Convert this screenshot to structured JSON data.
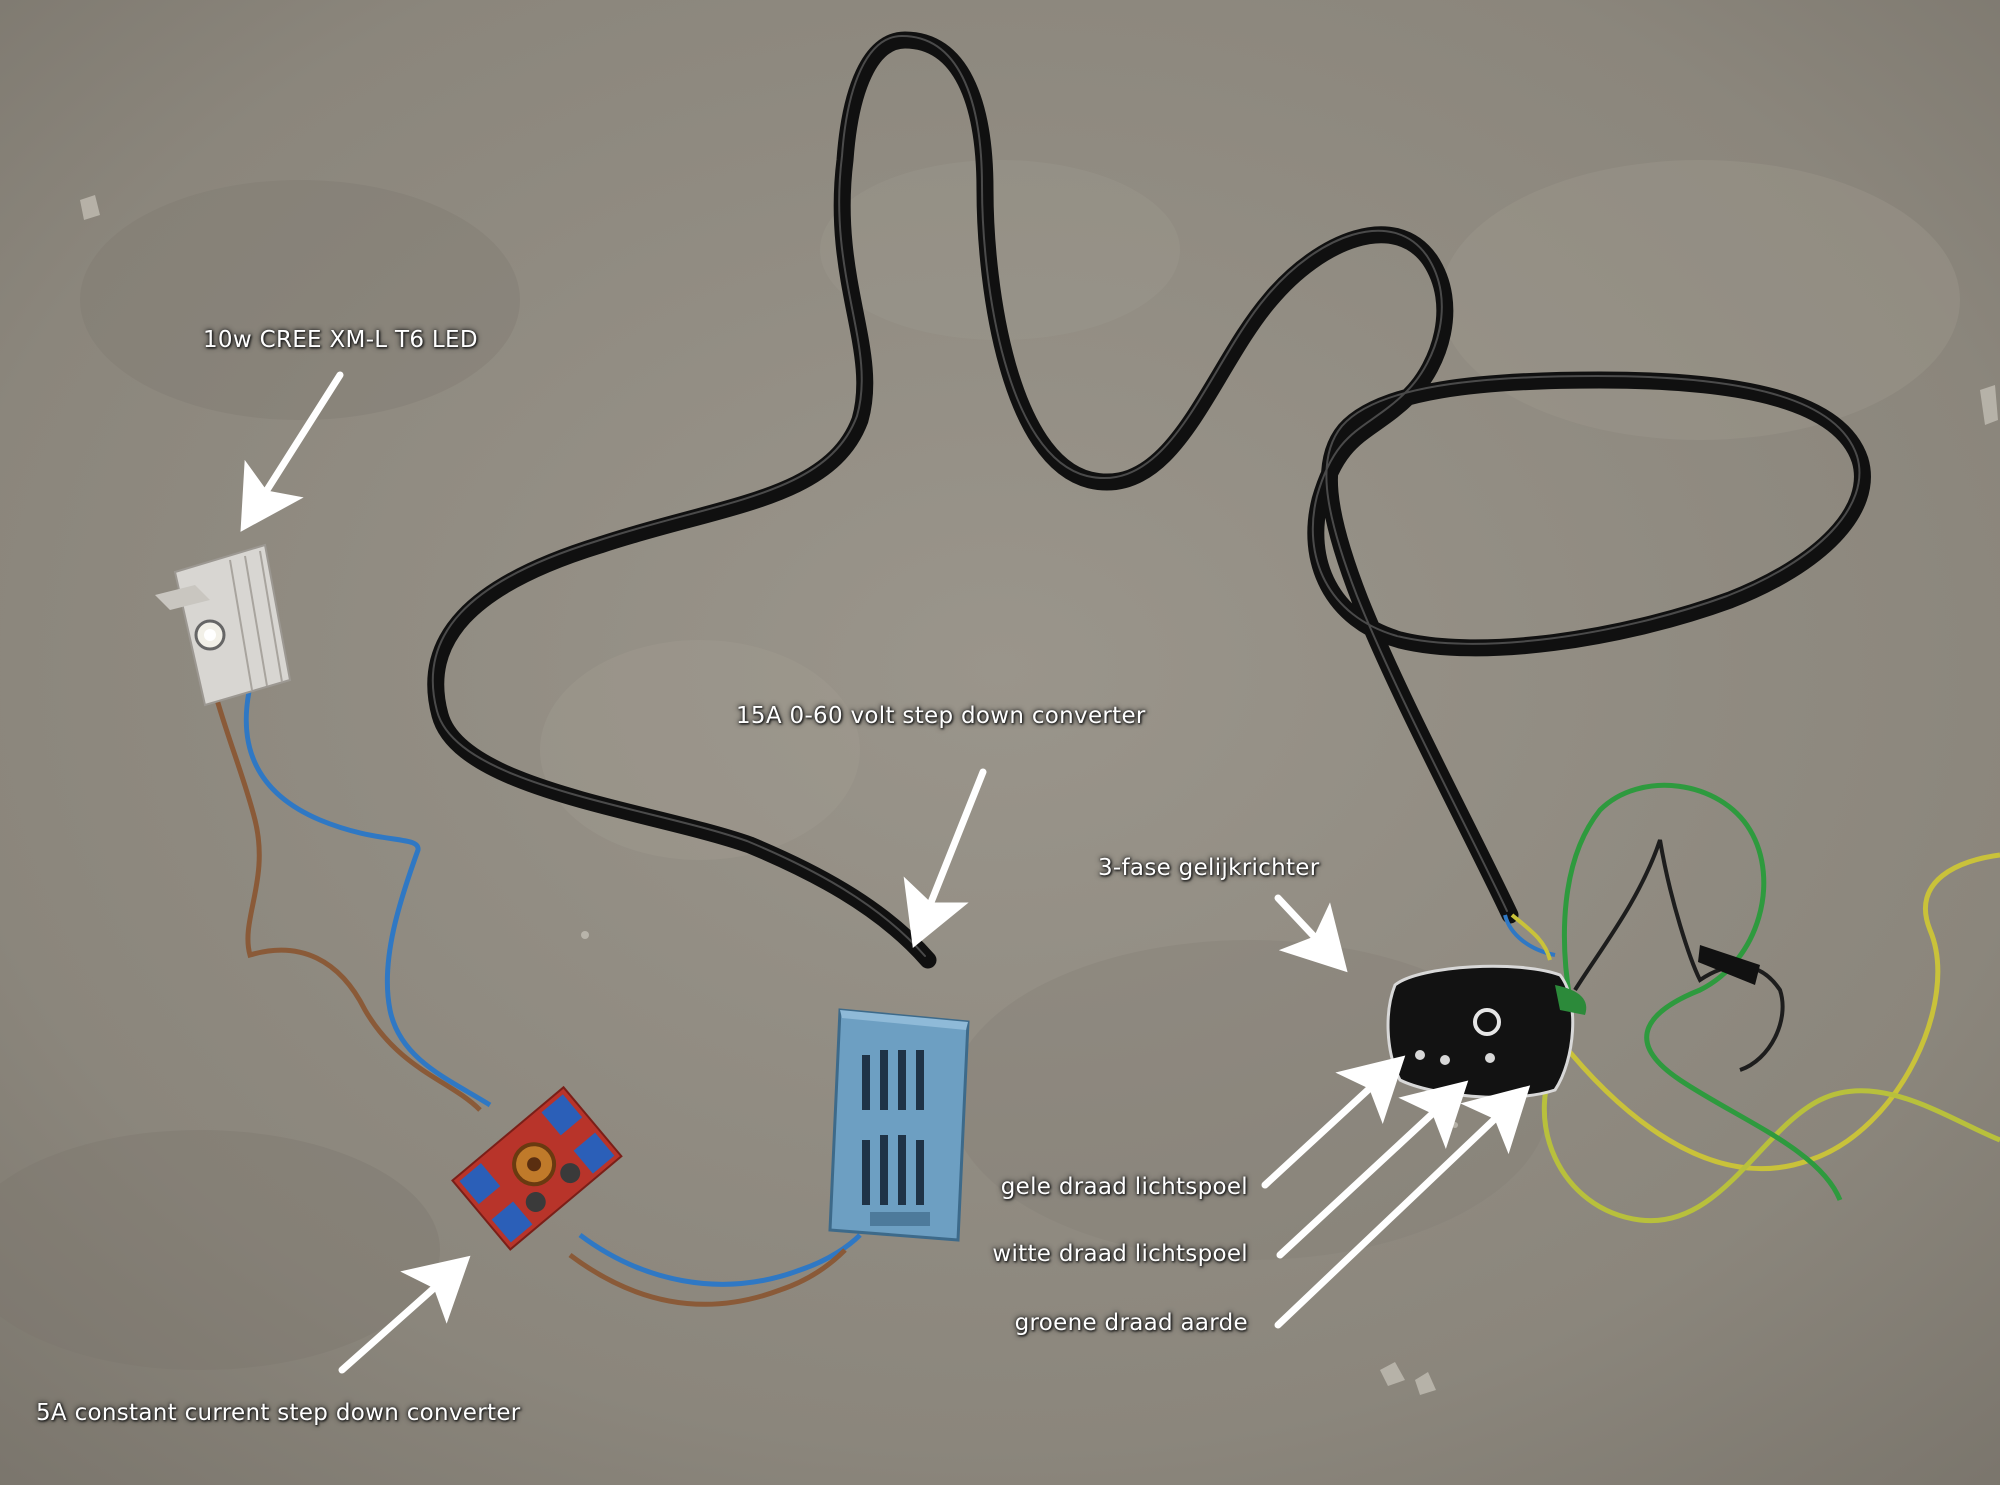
{
  "labels": {
    "led": "10w CREE XM-L T6 LED",
    "converter_15a": "15A 0-60 volt step down converter",
    "rectifier": "3-fase gelijkrichter",
    "yellow_wire": "gele draad lichtspoel",
    "white_wire": "witte draad lichtspoel",
    "green_wire": "groene draad aarde",
    "cc_converter": "5A constant current step down converter"
  },
  "colors": {
    "floor": "#8f8a80",
    "cable": "#101010",
    "wire_blue": "#2f78c4",
    "wire_brown": "#8a5a38",
    "wire_green": "#2e9a3e",
    "wire_yellow": "#c9c23a",
    "label_text": "#ffffff"
  }
}
